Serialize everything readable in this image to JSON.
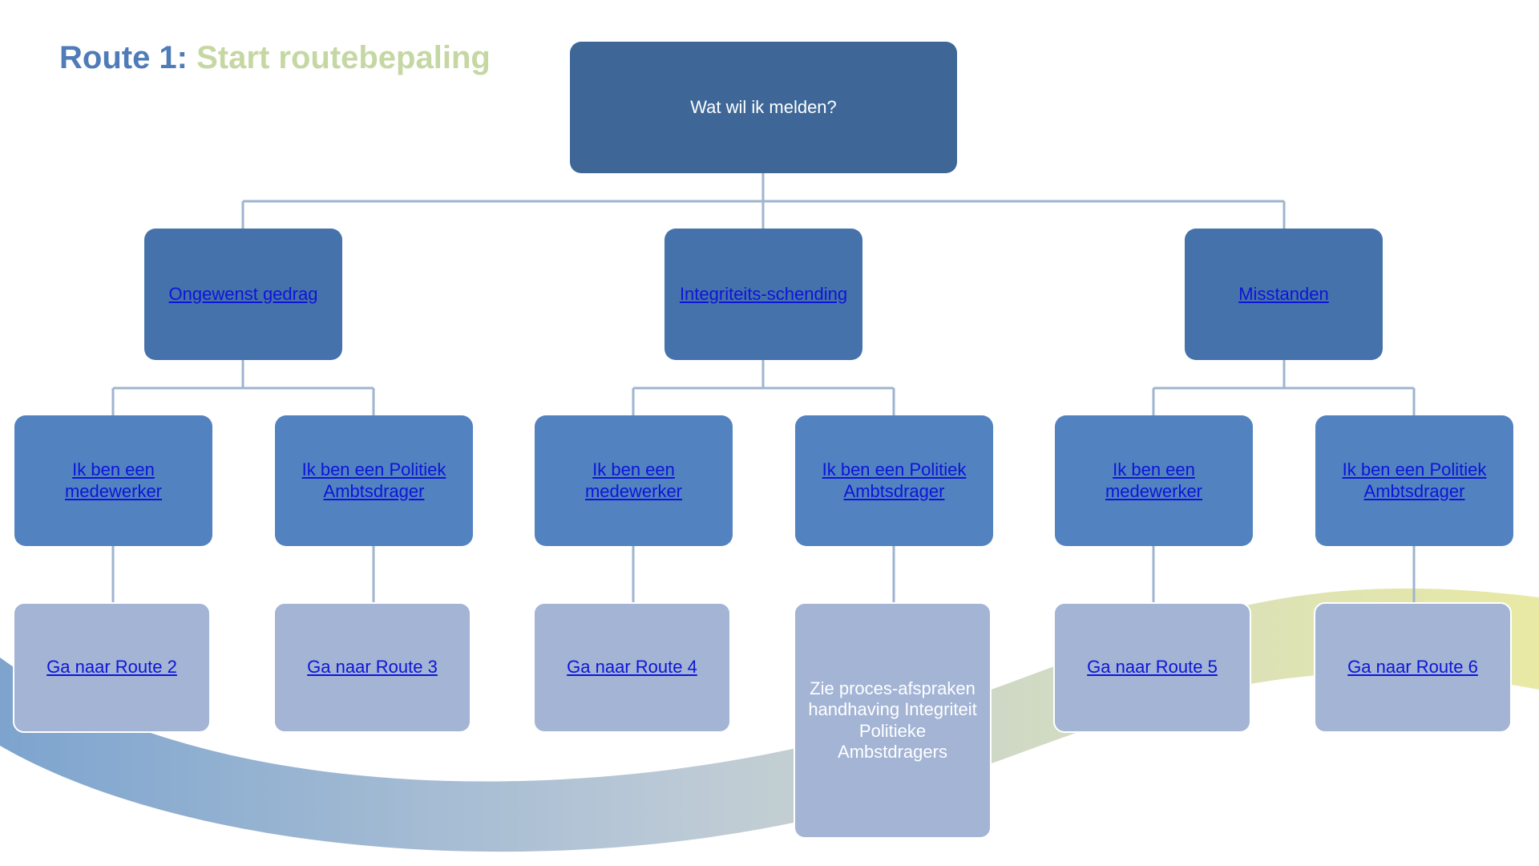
{
  "title": {
    "part1": "Route 1:",
    "part2": "Start routebepaling"
  },
  "colors": {
    "title_blue": "#4f7cb8",
    "title_green": "#c5d7a3",
    "root_box": "#3e6797",
    "level1_box": "#4672ab",
    "level2_box": "#5283c0",
    "level3_box": "#a3b4d5",
    "connector": "#9fb4cf",
    "link": "#0c15d8"
  },
  "root": {
    "label": "Wat wil ik melden?"
  },
  "categories": [
    {
      "label": "Ongewenst gedrag",
      "children": [
        {
          "label": "Ik ben een medewerker",
          "route": "Ga naar Route 2"
        },
        {
          "label": "Ik ben een Politiek Ambtsdrager",
          "route": "Ga naar Route 3"
        }
      ]
    },
    {
      "label": "Integriteits-schending",
      "children": [
        {
          "label": "Ik ben een medewerker",
          "route": "Ga naar Route 4"
        },
        {
          "label": "Ik ben een Politiek Ambtsdrager",
          "route": "Zie proces-afspraken handhaving Integriteit Politieke Ambstdragers"
        }
      ]
    },
    {
      "label": "Misstanden",
      "children": [
        {
          "label": "Ik ben een medewerker",
          "route": "Ga naar Route 5"
        },
        {
          "label": "Ik ben een Politiek Ambtsdrager",
          "route": "Ga naar Route 6"
        }
      ]
    }
  ]
}
